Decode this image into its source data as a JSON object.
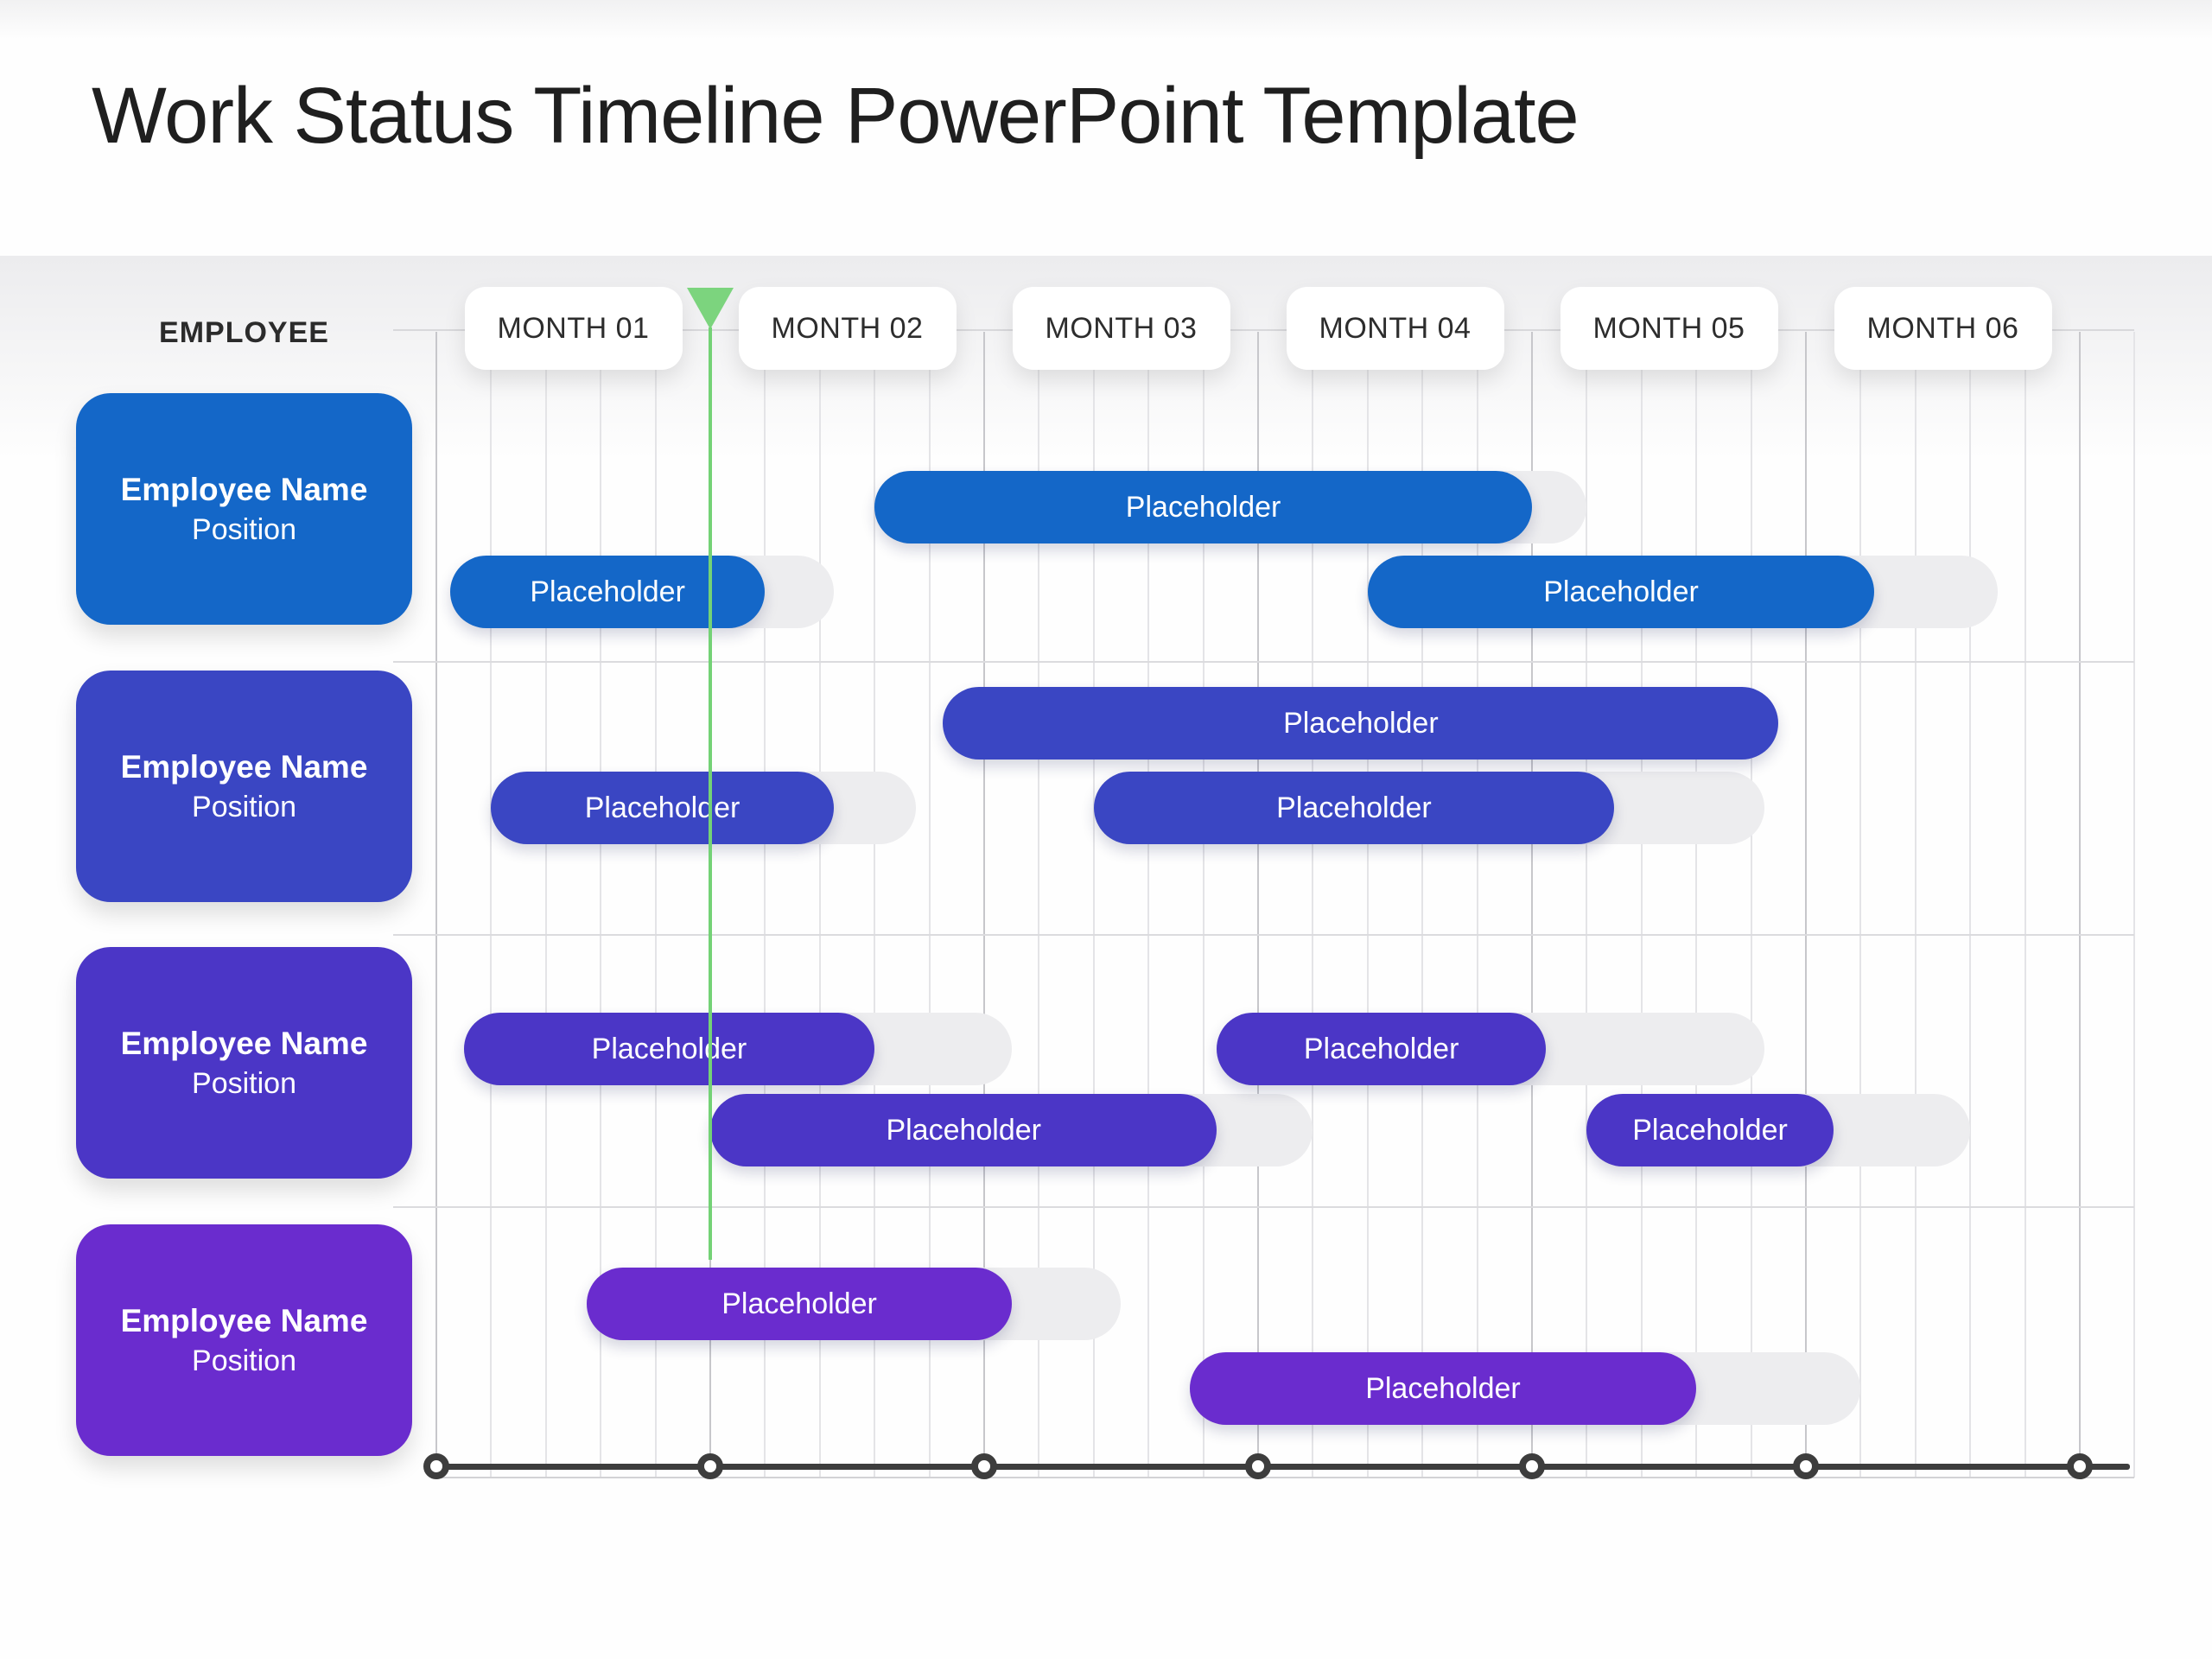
{
  "page": {
    "title": "Work Status Timeline PowerPoint Template"
  },
  "table": {
    "employee_header": "EMPLOYEE"
  },
  "chart_data": {
    "type": "gantt",
    "title": "Work Status Timeline PowerPoint Template",
    "x_axis": {
      "unit": "month",
      "labels": [
        "MONTH 01",
        "MONTH 02",
        "MONTH 03",
        "MONTH 04",
        "MONTH 05",
        "MONTH 06"
      ],
      "range_months": [
        0,
        6
      ],
      "subdivisions_per_month": 5,
      "axis_marker_count": 7
    },
    "today_marker": {
      "position_months": 1.0,
      "triangle_color": "#7CD47E",
      "line_color": "#74D276"
    },
    "track_color": "#EDEDEF",
    "grid": {
      "light_line_color": "#E4E4E7",
      "month_line_color": "#C7C7CB",
      "row_separator_color": "#DBDBDE"
    },
    "axis_color": "#3D3D3D",
    "rows": [
      {
        "employee": "Employee Name",
        "position": "Position",
        "color": "#1467C8",
        "bars": [
          {
            "label": "Placeholder",
            "start": 1.6,
            "end": 4.0,
            "track_end": 4.2,
            "lane": 0
          },
          {
            "label": "Placeholder",
            "start": 0.05,
            "end": 1.2,
            "track_end": 1.45,
            "lane": 1
          },
          {
            "label": "Placeholder",
            "start": 3.4,
            "end": 5.25,
            "track_end": 5.7,
            "lane": 1
          }
        ]
      },
      {
        "employee": "Employee Name",
        "position": "Position",
        "color": "#3A46C3",
        "bars": [
          {
            "label": "Placeholder",
            "start": 1.85,
            "end": 4.9,
            "track_end": 4.9,
            "lane": 0
          },
          {
            "label": "Placeholder",
            "start": 0.2,
            "end": 1.45,
            "track_end": 1.75,
            "lane": 1
          },
          {
            "label": "Placeholder",
            "start": 2.4,
            "end": 4.3,
            "track_end": 4.85,
            "lane": 1
          }
        ]
      },
      {
        "employee": "Employee Name",
        "position": "Position",
        "color": "#4B36C6",
        "bars": [
          {
            "label": "Placeholder",
            "start": 0.1,
            "end": 1.6,
            "track_end": 2.1,
            "lane": 0
          },
          {
            "label": "Placeholder",
            "start": 2.85,
            "end": 4.05,
            "track_end": 4.85,
            "lane": 0
          },
          {
            "label": "Placeholder",
            "start": 1.0,
            "end": 2.85,
            "track_end": 3.2,
            "lane": 1
          },
          {
            "label": "Placeholder",
            "start": 4.2,
            "end": 5.1,
            "track_end": 5.6,
            "lane": 1
          }
        ]
      },
      {
        "employee": "Employee Name",
        "position": "Position",
        "color": "#6A2CCE",
        "bars": [
          {
            "label": "Placeholder",
            "start": 0.55,
            "end": 2.1,
            "track_end": 2.5,
            "lane": 0
          },
          {
            "label": "Placeholder",
            "start": 2.75,
            "end": 4.6,
            "track_end": 5.2,
            "lane": 1
          }
        ]
      }
    ]
  }
}
